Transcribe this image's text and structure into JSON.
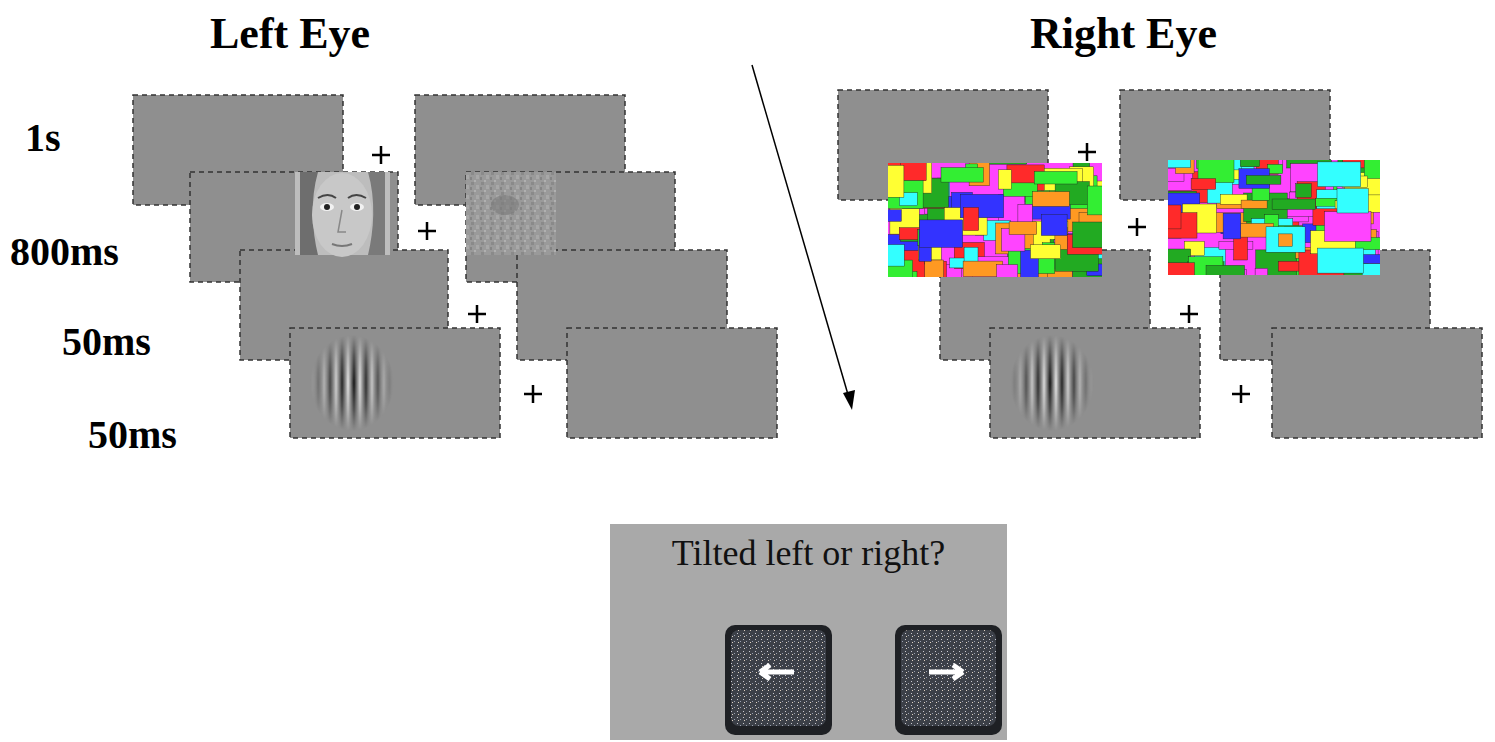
{
  "diagram": {
    "nodes": [
      {
        "text": [
          "Tilted left or right?"
        ]
      }
    ],
    "labels": [
      "Left Eye",
      "Right Eye",
      "1s",
      "800ms",
      "50ms",
      "50ms"
    ]
  }
}
